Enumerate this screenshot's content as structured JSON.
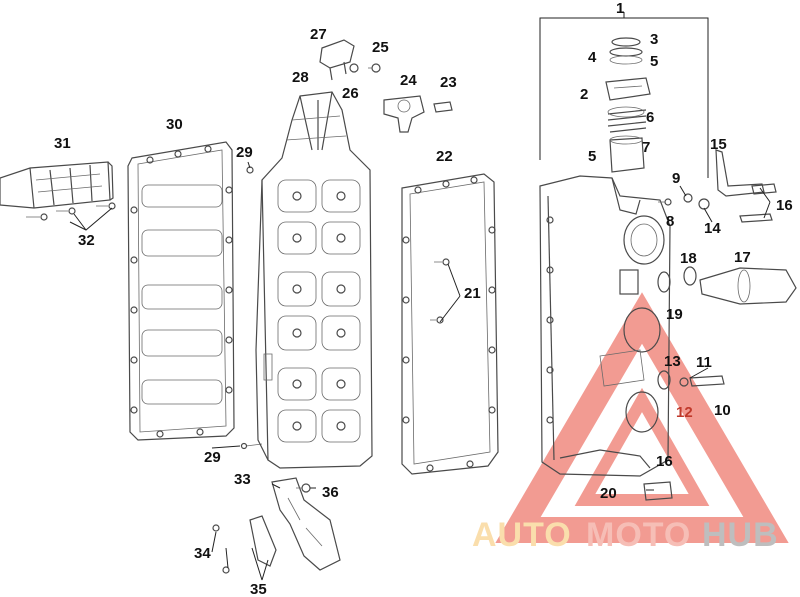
{
  "callouts": {
    "c1": "1",
    "c2": "2",
    "c3": "3",
    "c4": "4",
    "c5a": "5",
    "c5b": "5",
    "c6": "6",
    "c7": "7",
    "c8": "8",
    "c9": "9",
    "c10": "10",
    "c11": "11",
    "c12": "12",
    "c13": "13",
    "c14": "14",
    "c15": "15",
    "c16a": "16",
    "c16b": "16",
    "c17": "17",
    "c18": "18",
    "c19": "19",
    "c20": "20",
    "c21": "21",
    "c22": "22",
    "c23": "23",
    "c24": "24",
    "c25": "25",
    "c26": "26",
    "c27": "27",
    "c28": "28",
    "c29a": "29",
    "c29b": "29",
    "c30": "30",
    "c31": "31",
    "c32": "32",
    "c33": "33",
    "c34": "34",
    "c35": "35",
    "c36": "36"
  },
  "watermark": {
    "part1": "AUTO",
    "part2": "MOTO",
    "part3": "HUB",
    "color_auto": "#f6c46a",
    "color_moto": "#f08a7c",
    "color_hub": "#8a8a8a",
    "triangle_color": "#e84a3a"
  }
}
